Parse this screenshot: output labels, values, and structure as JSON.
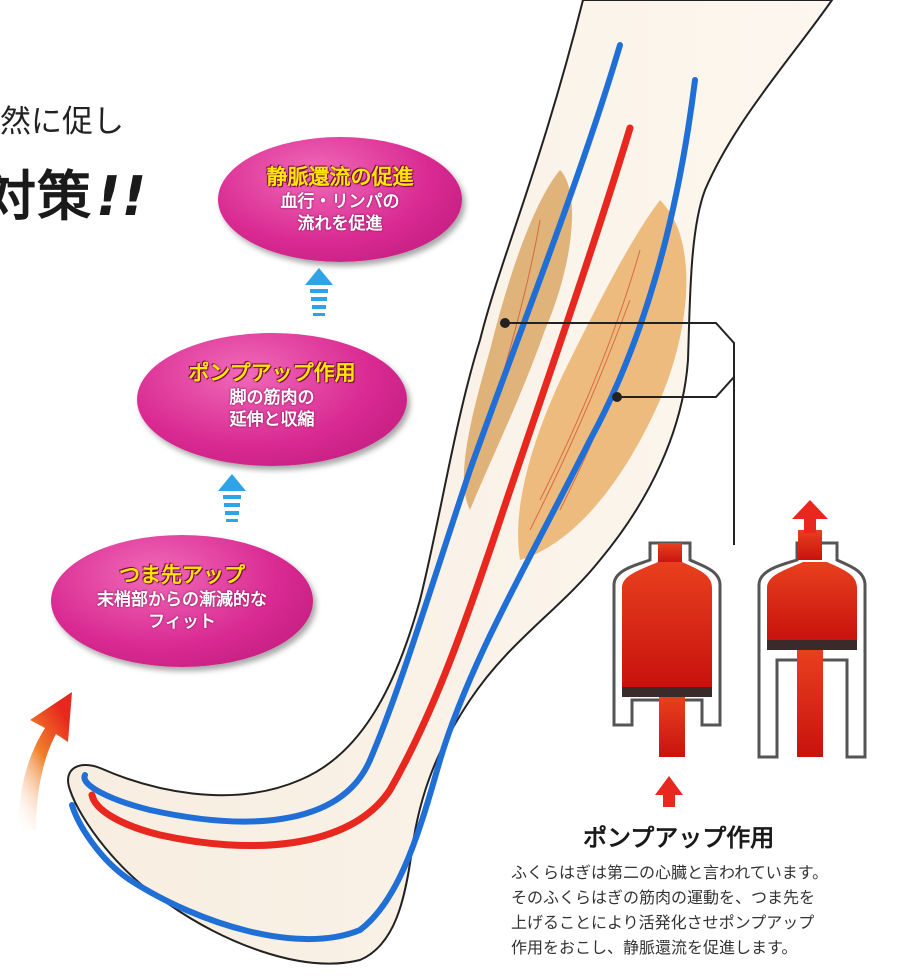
{
  "heading": {
    "line1": "然に促し",
    "line2": "対策",
    "line2_suffix": "!!"
  },
  "bubbles": [
    {
      "title": "静脈還流の促進",
      "lines": [
        "血行・リンパの",
        "流れを促進"
      ]
    },
    {
      "title": "ポンプアップ作用",
      "lines": [
        "脚の筋肉の",
        "延伸と収縮"
      ]
    },
    {
      "title": "つま先アップ",
      "lines": [
        "末梢部からの漸減的な",
        "フィット"
      ]
    }
  ],
  "pump": {
    "title": "ポンプアップ作用",
    "description": [
      "ふくらはぎは第二の心臓と言われています。",
      "そのふくらはぎの筋肉の運動を、つま先を",
      "上げることにより活発化させポンプアップ",
      "作用をおこし、静脈還流を促進します。"
    ]
  },
  "colors": {
    "bubble": "#d92a92",
    "bubble_title": "#ffe600",
    "artery": "#e8271e",
    "vein": "#1f6fd6",
    "muscle": "#eab06a",
    "arrow_blue": "#2ea3e6",
    "arrow_red": "#e8271e"
  }
}
